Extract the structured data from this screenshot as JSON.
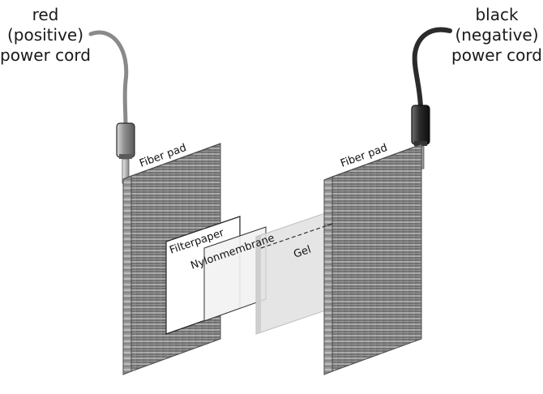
{
  "labels": {
    "red_cord": [
      "red",
      "(positive)",
      "power cord"
    ],
    "black_cord": [
      "black",
      "(negative)",
      "power cord"
    ],
    "fiber_pad_left": "Fiber pad",
    "fiber_pad_right": "Fiber pad",
    "filter_paper": "Filterpaper",
    "nylon_membrane": "Nylonmembrane",
    "gel": "Gel"
  },
  "colors": {
    "red_cord": "#8a8a8a",
    "black_cord": "#2b2b2b",
    "pad_face": "#6e6e6e",
    "pad_line": "#d9d9d9",
    "pad_side": "#9a9a9a"
  }
}
